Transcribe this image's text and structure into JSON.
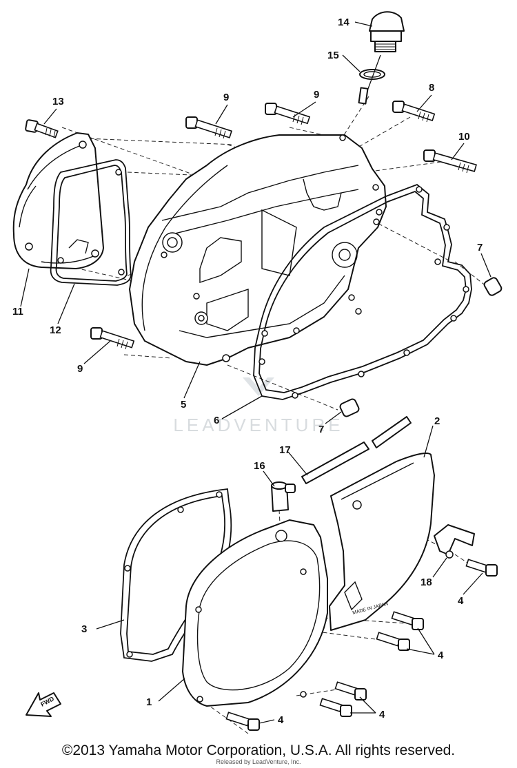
{
  "callouts": {
    "c1": "1",
    "c2": "2",
    "c3": "3",
    "c4a": "4",
    "c4b": "4",
    "c4c": "4",
    "c4d": "4",
    "c5": "5",
    "c6": "6",
    "c7a": "7",
    "c7b": "7",
    "c8": "8",
    "c9a": "9",
    "c9b": "9",
    "c9c": "9",
    "c10": "10",
    "c11": "11",
    "c12": "12",
    "c13": "13",
    "c14": "14",
    "c15": "15",
    "c16": "16",
    "c17": "17",
    "c18": "18"
  },
  "fwd_label": "FWD",
  "watermark": "LEADVENTURE",
  "copyright": "©2013 Yamaha Motor Corporation, U.S.A. All rights reserved.",
  "released_by": "Released by LeadVenture, Inc.",
  "colors": {
    "line": "#111111",
    "watermark": "#d8dcdf",
    "background": "#ffffff"
  }
}
